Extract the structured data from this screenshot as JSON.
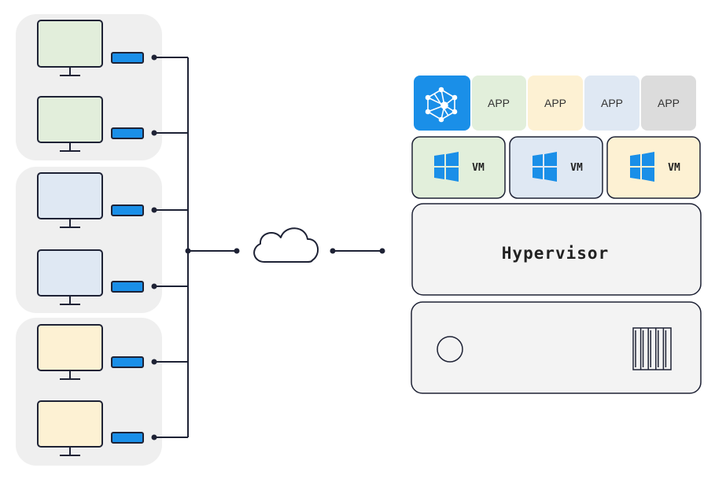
{
  "colors": {
    "line": "#1e2235",
    "group_bg": "#efefef",
    "monitor_green": "#e2eedb",
    "monitor_blue": "#dfe8f3",
    "monitor_yellow": "#fdf1d3",
    "accent_blue": "#1a8fe8",
    "app_green": "#e2efdb",
    "app_yellow": "#fdf1d3",
    "app_blue": "#dfe8f3",
    "app_gray": "#dcdcdc",
    "server_bg": "#f3f3f3"
  },
  "clients": {
    "groups": [
      {
        "color": "green",
        "monitors": 2
      },
      {
        "color": "blue",
        "monitors": 2
      },
      {
        "color": "yellow",
        "monitors": 2
      }
    ]
  },
  "network": {
    "icon": "cloud-icon"
  },
  "server": {
    "apps": [
      {
        "type": "icon",
        "icon": "network-mesh-icon",
        "color": "accent_blue"
      },
      {
        "label": "APP",
        "color": "app_green"
      },
      {
        "label": "APP",
        "color": "app_yellow"
      },
      {
        "label": "APP",
        "color": "app_blue"
      },
      {
        "label": "APP",
        "color": "app_gray"
      }
    ],
    "vms": [
      {
        "label": "VM",
        "icon": "windows-logo-icon",
        "color": "app_green"
      },
      {
        "label": "VM",
        "icon": "windows-logo-icon",
        "color": "app_blue"
      },
      {
        "label": "VM",
        "icon": "windows-logo-icon",
        "color": "app_yellow"
      }
    ],
    "hypervisor_label": "Hypervisor",
    "hardware": {
      "icons": [
        "power-button-icon",
        "drive-bays-icon"
      ]
    }
  }
}
